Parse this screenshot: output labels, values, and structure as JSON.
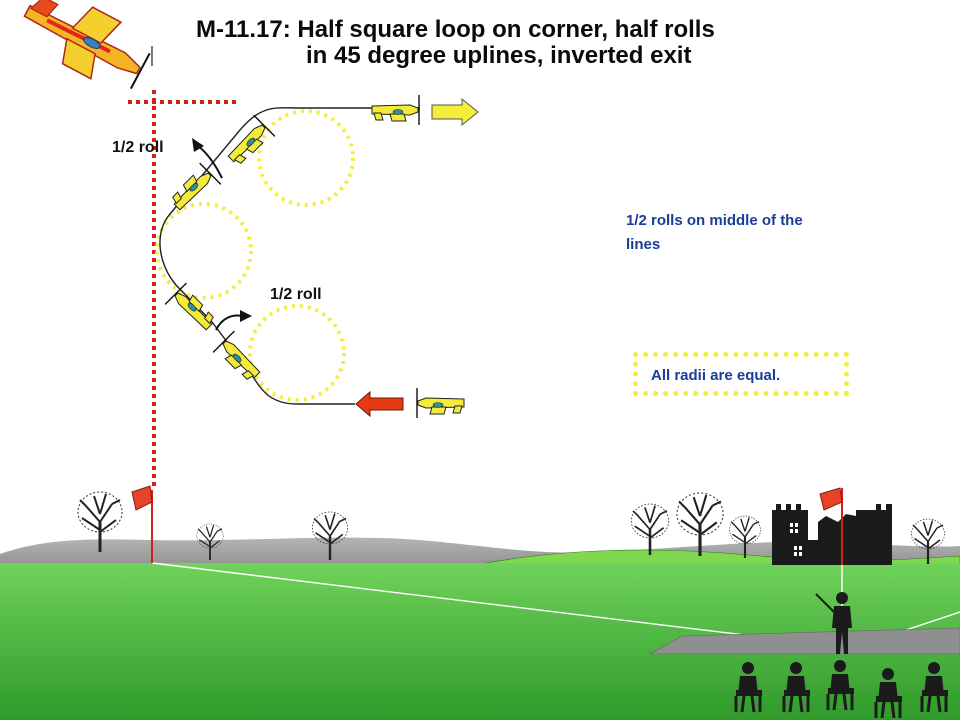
{
  "title": {
    "line1": "M-11.17: Half square loop on corner, half rolls",
    "line2": "in 45 degree uplines, inverted exit"
  },
  "labels": {
    "upper_roll": "1/2 roll",
    "lower_roll": "1/2 roll"
  },
  "notes": {
    "rolls_line1": "1/2 rolls on middle of the",
    "rolls_line2": "lines",
    "radii": "All radii are equal."
  },
  "colors": {
    "sky": "#ffffff",
    "grass_top": "#6fd25a",
    "grass_bottom": "#2f9a2a",
    "hills": "#9a9a9a",
    "plane_body": "#f3ea3a",
    "loop_circles": "#f2ee3a",
    "center_line": "#d81d1d",
    "entry_arrow": "#e53a14",
    "exit_arrow": "#f2ee3a",
    "silhouettes": "#1b1b1b",
    "note_text": "#1a3d9a"
  },
  "icons": [
    "aircraft-icon",
    "flag-icon",
    "tree-icon",
    "castle-icon",
    "pilot-icon",
    "spectator-icon",
    "roll-arrow-icon"
  ]
}
